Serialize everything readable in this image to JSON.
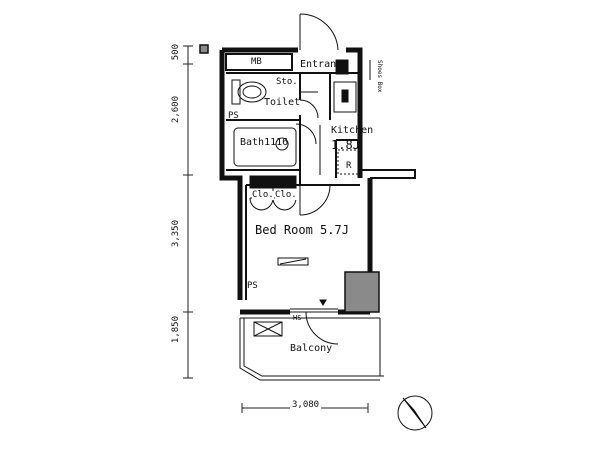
{
  "rooms": {
    "entrance": "Entrance",
    "toilet": "Toilet",
    "bath": "Bath1116",
    "kitchen": "Kitchen",
    "kitchen_size": "1.8J",
    "bedroom": "Bed Room 5.7J",
    "balcony": "Balcony"
  },
  "fixtures": {
    "mb": "MB",
    "sto": "Sto.",
    "ps_top": "PS",
    "ps_bottom": "PS",
    "clo_left": "Clo.",
    "clo_right": "Clo.",
    "refrigerator": "R",
    "shoes": "Shoes Box",
    "hs": "HS"
  },
  "dimensions": {
    "v1": "500",
    "v2": "2,600",
    "v3": "3,350",
    "v4": "1,850",
    "h1": "3,080"
  },
  "colors": {
    "wall": "#111111",
    "gray_wall": "#8a8a8a",
    "line": "#222222"
  }
}
